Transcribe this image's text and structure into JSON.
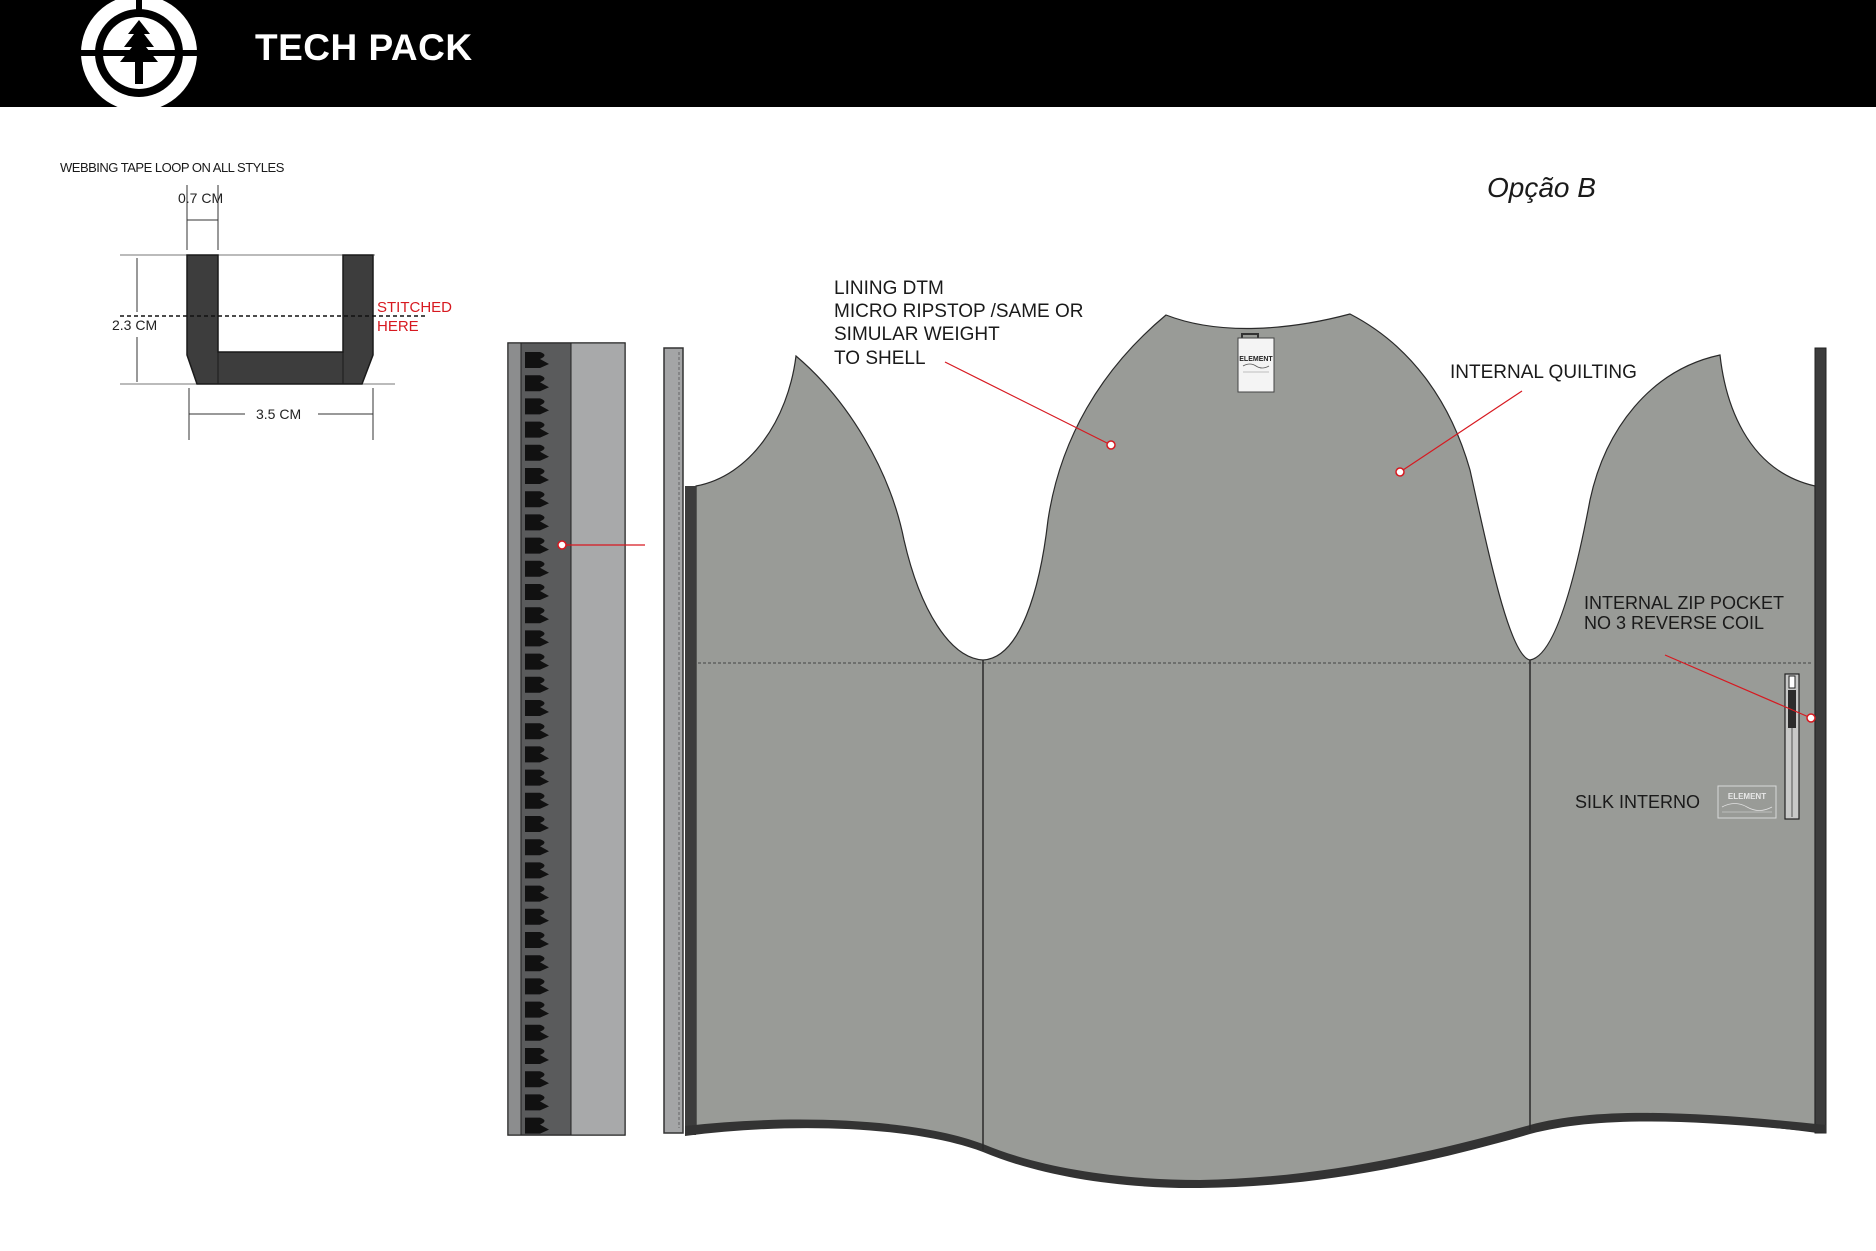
{
  "header": {
    "title": "TECH PACK"
  },
  "option_label": "Opção B",
  "webbing": {
    "title": "WEBBING TAPE LOOP ON ALL STYLES",
    "width_top": "0.7 CM",
    "height": "2.3 CM",
    "width_bottom": "3.5 CM",
    "stitch_line1": "STITCHED",
    "stitch_line2": "HERE"
  },
  "callouts": {
    "lining": [
      "LINING DTM",
      "MICRO RIPSTOP /SAME OR",
      "SIMULAR WEIGHT",
      "TO SHELL"
    ],
    "quilting": "INTERNAL QUILTING",
    "zip_pocket": [
      "INTERNAL ZIP POCKET",
      "NO 3 REVERSE COIL"
    ],
    "silk": "SILK INTERNO"
  },
  "labels": {
    "brand": "ELEMENT"
  },
  "colors": {
    "header_bg": "#000000",
    "lining_gray": "#9a9c98",
    "dark": "#3c3c3c",
    "callout_red": "#d71920"
  }
}
